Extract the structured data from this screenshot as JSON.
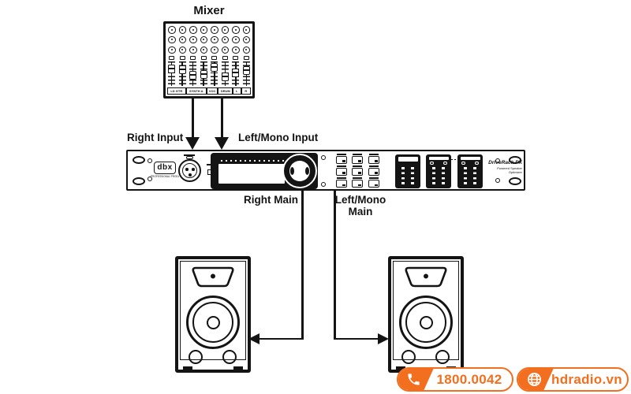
{
  "labels": {
    "mixer_title": "Mixer",
    "right_input": "Right Input",
    "left_mono_input": "Left/Mono Input",
    "right_main": "Right Main",
    "left_mono_main_line1": "Left/Mono",
    "left_mono_main_line2": "Main"
  },
  "mixer": {
    "channel_count": 8,
    "channel_labels": [
      "LD GTR",
      "SYNTH A",
      "VOC",
      "DRUM",
      "L",
      "R"
    ]
  },
  "rack": {
    "brand": "dbx",
    "brand_subtitle": "PROFESSIONAL PRODUCTS",
    "model": "DriveRack PX",
    "model_subtitle1": "Powered Speaker",
    "model_subtitle2": "Optimizer"
  },
  "footer": {
    "phone": "1800.0042",
    "website": "hdradio.vn",
    "accent_color": "#F26F1F"
  },
  "colors": {
    "line_art": "#141414",
    "background": "#FFFFFF"
  }
}
